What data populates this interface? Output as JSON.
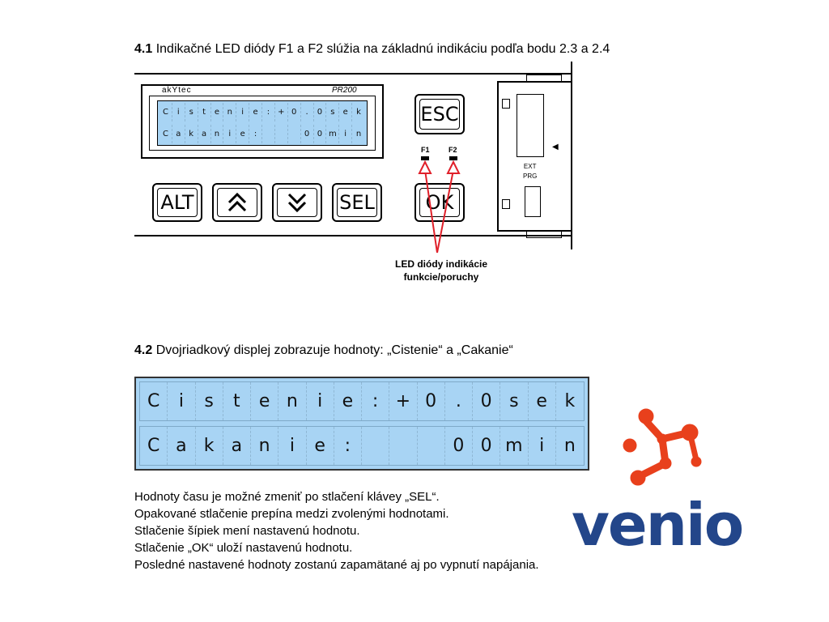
{
  "section1": {
    "number": "4.1",
    "text": " Indikačné LED diódy F1 a F2 slúžia na základnú indikáciu podľa bodu 2.3 a 2.4"
  },
  "device": {
    "brand": "akYtec",
    "model": "PR200",
    "keys": {
      "esc": "ESC",
      "alt": "ALT",
      "sel": "SEL",
      "ok": "OK",
      "up_icon": "double-chevron-up-icon",
      "down_icon": "double-chevron-down-icon"
    },
    "leds": {
      "f1": "F1",
      "f2": "F2"
    },
    "slot_label_line1": "EXT",
    "slot_label_line2": "PRG",
    "slot_arrow": "◀"
  },
  "callout": {
    "line1": "LED diódy indikácie",
    "line2": "funkcie/poruchy"
  },
  "lcd": {
    "row1": [
      "C",
      "i",
      "s",
      "t",
      "e",
      "n",
      "i",
      "e",
      ":",
      "+",
      "0",
      ".",
      "0",
      "s",
      "e",
      "k"
    ],
    "row2": [
      "C",
      "a",
      "k",
      "a",
      "n",
      "i",
      "e",
      ":",
      "",
      "",
      "",
      "0",
      "0",
      "m",
      "i",
      "n"
    ]
  },
  "section2": {
    "number": "4.2",
    "text": " Dvojriadkový displej zobrazuje hodnoty:  „Cistenie“  a „Cakanie“"
  },
  "description": [
    "Hodnoty času je možné zmeniť po stlačení klávey „SEL“.",
    "Opakované stlačenie prepína medzi zvolenými hodnotami.",
    "Stlačenie šípiek mení nastavenú hodnotu.",
    "Stlačenie „OK“ uloží nastavenú hodnotu.",
    "Posledné nastavené hodnoty zostanú zapamätané aj po vypnutí napájania."
  ],
  "logo": {
    "word": "venio",
    "colors": {
      "mark": "#e8401c",
      "word": "#23468a"
    }
  },
  "colors": {
    "lcd_background": "#a8d4f4",
    "arrow": "#e0202a"
  }
}
